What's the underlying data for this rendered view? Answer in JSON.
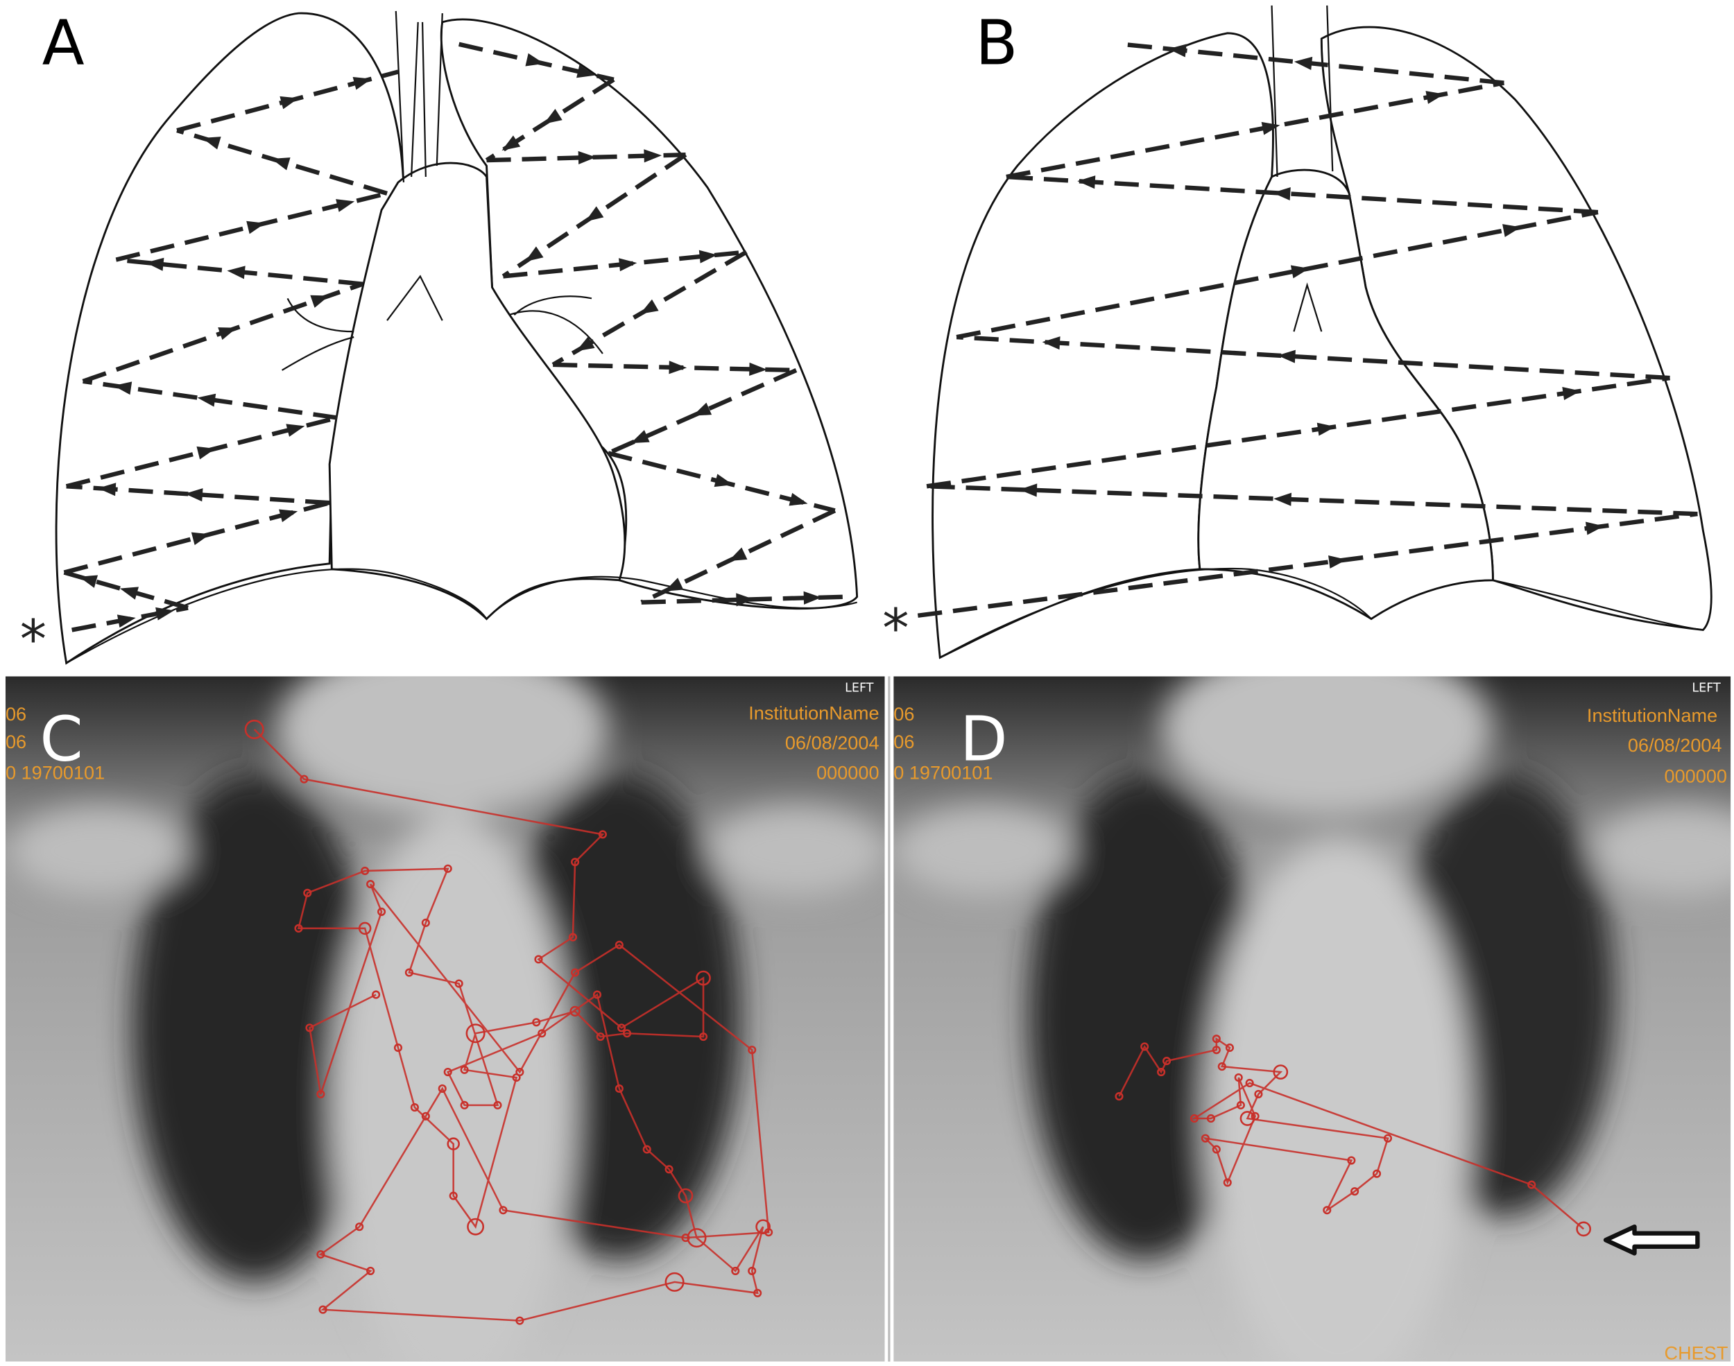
{
  "panels": {
    "a": {
      "label": "A",
      "start_marker": "*"
    },
    "b": {
      "label": "B",
      "start_marker": "*"
    },
    "c": {
      "label": "C",
      "overlay_left": [
        "06",
        "06",
        "0   19700101"
      ],
      "overlay_right": [
        "InstitutionName",
        "06/08/2004",
        "000000"
      ],
      "side_marker": "LEFT"
    },
    "d": {
      "label": "D",
      "overlay_left": [
        "06",
        "06",
        "0   19700101"
      ],
      "overlay_right": [
        "InstitutionName",
        "06/08/2004",
        "000000"
      ],
      "side_marker": "LEFT",
      "footer_tag": "CHEST",
      "pointer": "arrow-icon"
    }
  },
  "colors": {
    "scanpath": "#c8302a",
    "overlay_text": "#e89a2c",
    "line_drawing": "#111111"
  }
}
